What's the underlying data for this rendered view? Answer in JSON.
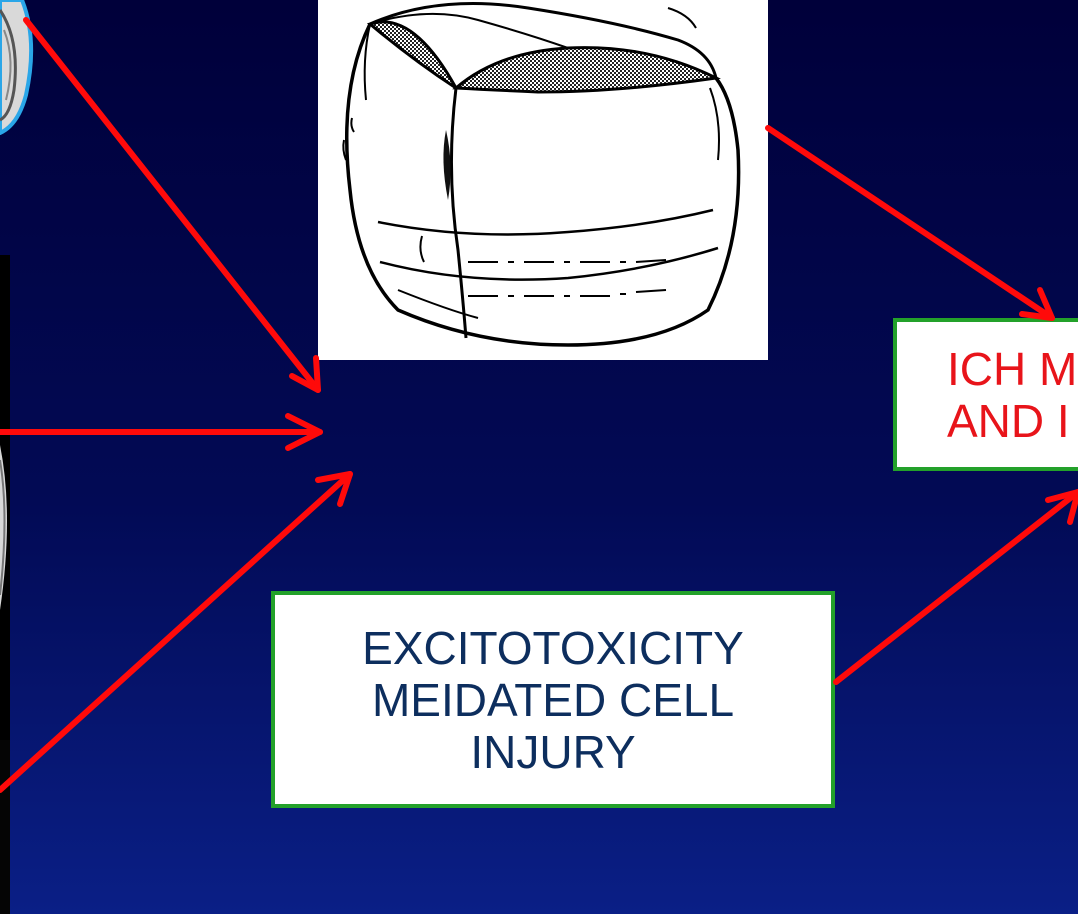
{
  "excitotoxicity_box": {
    "lines": [
      "EXCITOTOXICITY",
      "MEIDATED CELL",
      "INJURY"
    ]
  },
  "ich_box": {
    "lines": [
      "ICH M",
      "AND I"
    ]
  },
  "colors": {
    "background": "#020a55",
    "arrow": "#ff0a0a",
    "box_border": "#23a12a",
    "excito_text": "#0d2e5e",
    "ich_text": "#e8141a"
  },
  "icons": {
    "drawing": "cylindrical-tissue-block-sketch",
    "left_images": "brain-scan-fragments"
  }
}
